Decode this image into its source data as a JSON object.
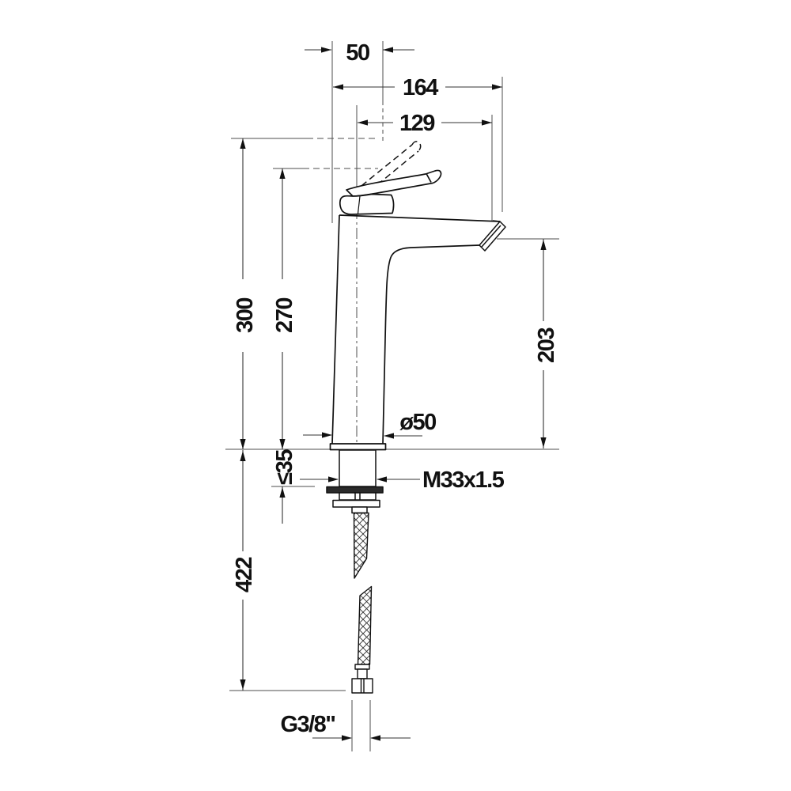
{
  "drawing": {
    "type": "technical-dimension-drawing",
    "subject": "single-lever basin mixer tap, side elevation with flexible supply hose",
    "background_color": "#ffffff",
    "outline_color": "#111111",
    "dimension_line_color": "#3a3a3a",
    "dimensions": {
      "handle_depth": "50",
      "total_projection": "164",
      "spout_reach": "129",
      "height_handle_raised": "300",
      "height_lever": "270",
      "spout_outlet_height": "203",
      "base_diameter": "ø50",
      "max_deck_thickness": "≤35",
      "mounting_thread": "M33x1.5",
      "hose_length": "422",
      "connection_thread": "G3/8\""
    }
  }
}
